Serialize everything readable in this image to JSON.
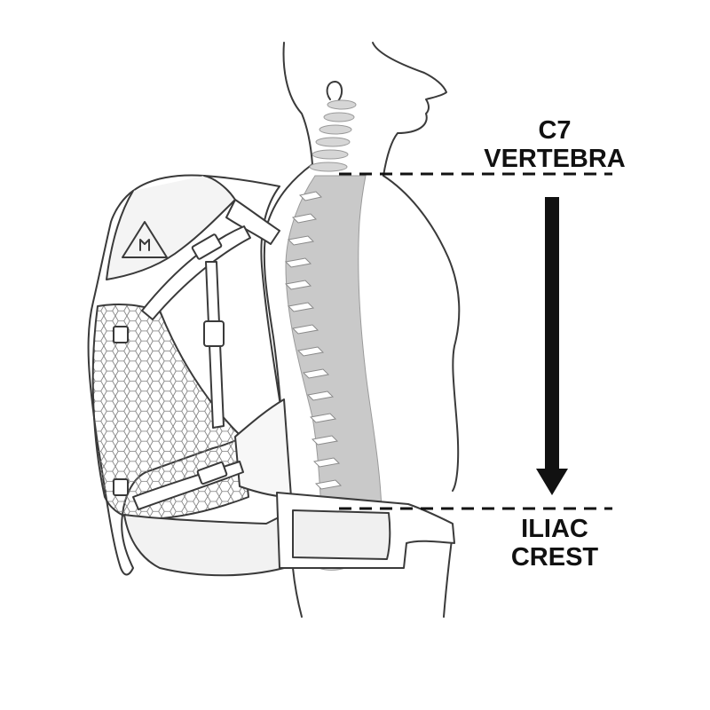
{
  "labels": {
    "c7_line1": "C7",
    "c7_line2": "VERTEBRA",
    "iliac_line1": "ILIAC",
    "iliac_line2": "CREST"
  },
  "colors": {
    "outline": "#3a3a3a",
    "spine_fill": "#c9c9c9",
    "mesh_fill": "#dedede",
    "indicator": "#111111",
    "background": "#ffffff"
  },
  "icons": {
    "brand_logo": "triangle-logo-icon",
    "direction_arrow": "down-arrow-icon"
  }
}
